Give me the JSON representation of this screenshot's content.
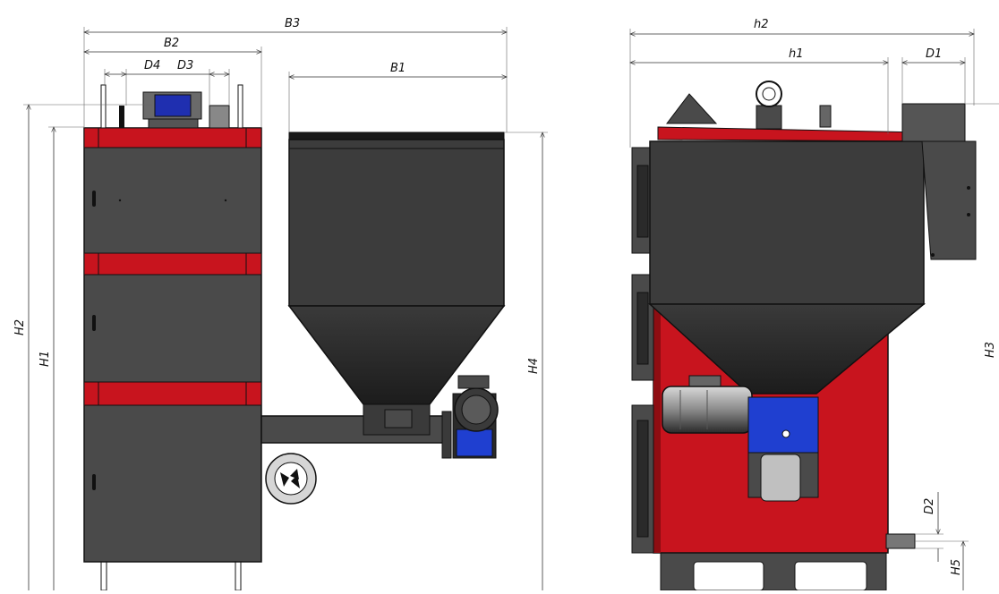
{
  "labels": {
    "b3": "B3",
    "b2": "B2",
    "d4": "D4",
    "d3": "D3",
    "b1": "B1",
    "h2": "H2",
    "h1": "H1",
    "h4": "H4",
    "h2_side": "h2",
    "h1_side": "h1",
    "d1": "D1",
    "h3": "H3",
    "d2": "D2",
    "h5": "H5"
  },
  "colors": {
    "body": "#4a4a4a",
    "body_dark": "#2e2e2e",
    "red": "#c8141e",
    "red_dark": "#8e0d12",
    "blue": "#1f3fd0",
    "steel": "#9a9a9a",
    "line": "#111111"
  }
}
